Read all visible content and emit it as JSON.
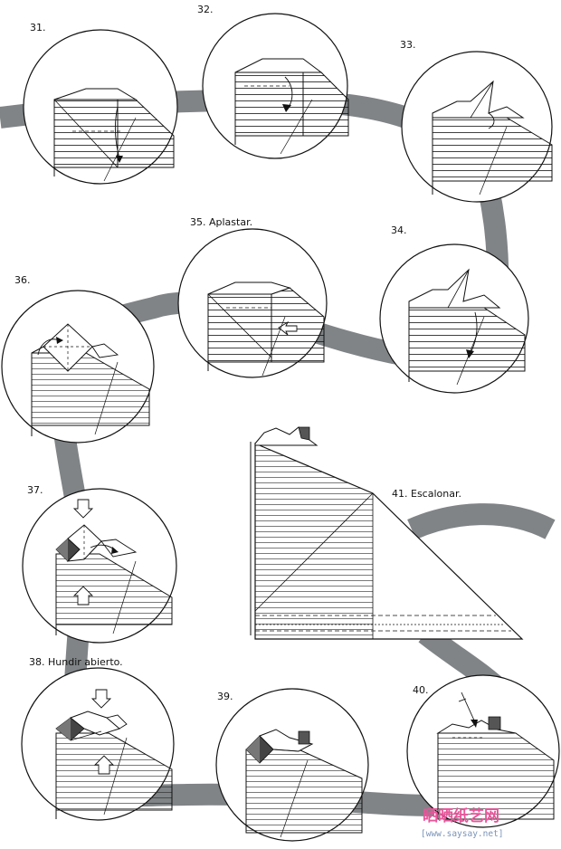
{
  "steps": [
    {
      "id": "31",
      "label": "31."
    },
    {
      "id": "32",
      "label": "32."
    },
    {
      "id": "33",
      "label": "33."
    },
    {
      "id": "34",
      "label": "34."
    },
    {
      "id": "35",
      "label": "35. Aplastar."
    },
    {
      "id": "36",
      "label": "36."
    },
    {
      "id": "37",
      "label": "37."
    },
    {
      "id": "38",
      "label": "38. Hundir abierto."
    },
    {
      "id": "39",
      "label": "39."
    },
    {
      "id": "40",
      "label": "40."
    },
    {
      "id": "41",
      "label": "41. Escalonar."
    }
  ],
  "watermark": {
    "site_name": "晒晒纸艺网",
    "url": "[www.saysay.net]"
  },
  "colors": {
    "path": "#808486",
    "line": "#111111",
    "shade": "#555555",
    "watermark_pink": "#e8559a",
    "watermark_blue": "#7a93b8"
  }
}
